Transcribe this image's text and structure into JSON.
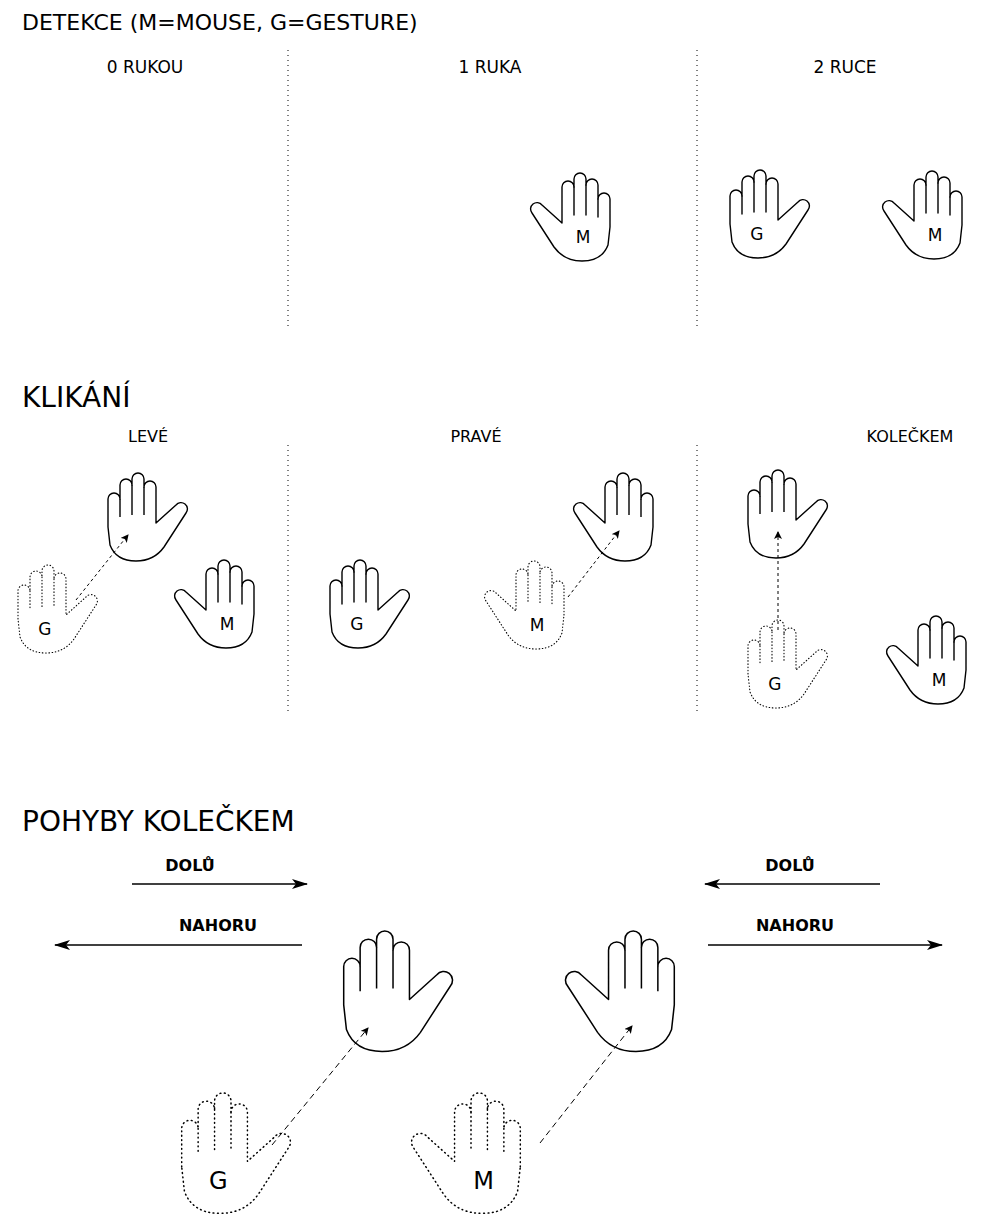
{
  "diagram": {
    "nodes": [
      {
        "text": [
          "M"
        ]
      },
      {
        "text": [
          "G"
        ]
      },
      {
        "text": [
          "M"
        ]
      },
      {
        "text": [
          "G"
        ]
      },
      {
        "text": [
          "M"
        ]
      },
      {
        "text": [
          "G"
        ]
      },
      {
        "text": [
          "M"
        ]
      },
      {
        "text": [
          "G"
        ]
      },
      {
        "text": [
          "M"
        ]
      },
      {
        "text": [
          "G"
        ]
      },
      {
        "text": [
          "M"
        ]
      }
    ],
    "labels": [
      "DETEKCE (M=MOUSE, G=GESTURE)",
      "0 RUKOU",
      "1 RUKA",
      "2 RUCE",
      "KLIKÁNÍ",
      "LEVÉ",
      "PRAVÉ",
      "KOLEČKEM",
      "POHYBY KOLEČKEM",
      "DOLŮ",
      "NAHORU",
      "DOLŮ",
      "NAHORU"
    ]
  }
}
